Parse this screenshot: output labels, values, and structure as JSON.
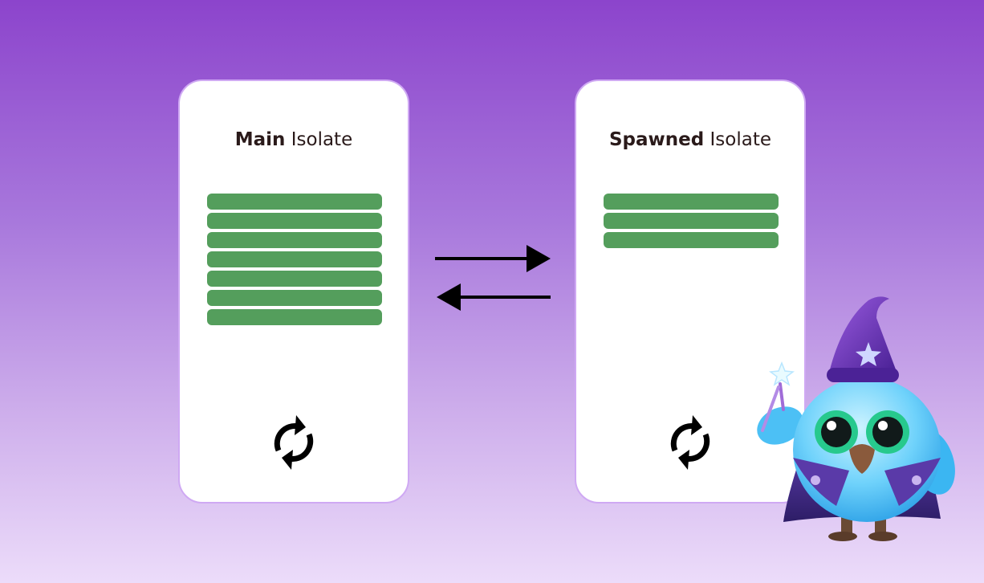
{
  "left_card": {
    "title_bold": "Main",
    "title_rest": "Isolate",
    "bar_count": 7,
    "bar_color": "#549e5c"
  },
  "right_card": {
    "title_bold": "Spawned",
    "title_rest": "Isolate",
    "bar_count": 3,
    "bar_color": "#549e5c"
  },
  "icons": {
    "sync": "sync-icon",
    "arrow_right": "arrow-right-icon",
    "arrow_left": "arrow-left-icon",
    "mascot": "wizard-owl-mascot"
  },
  "colors": {
    "background_top": "#8c44cc",
    "background_bottom": "#ecdcfa",
    "card_border": "#cfa9f3"
  }
}
